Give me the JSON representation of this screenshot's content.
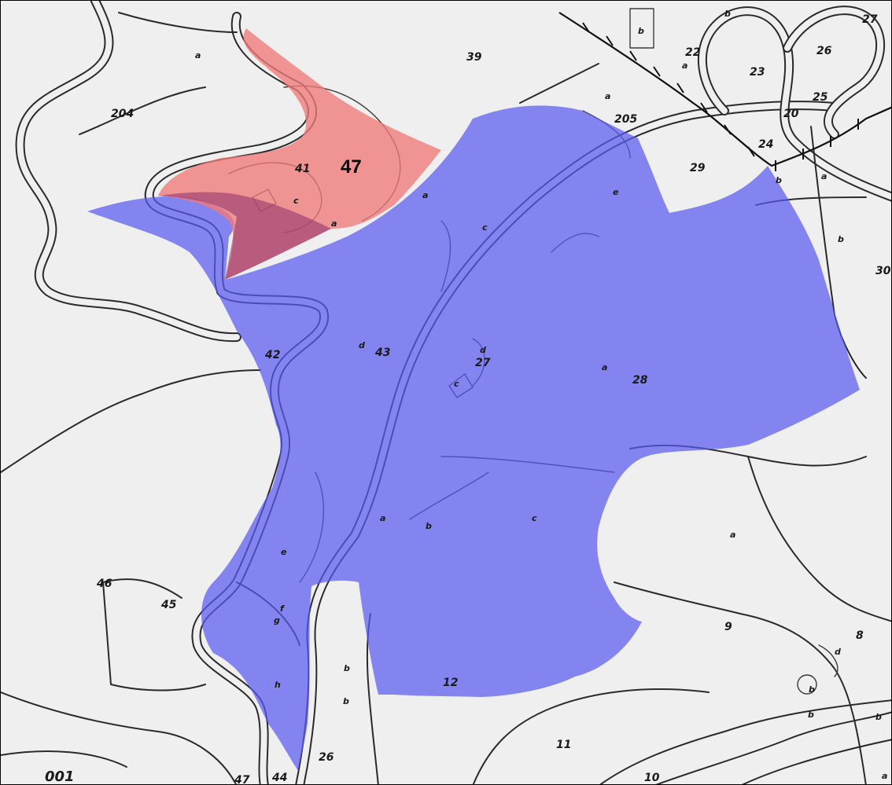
{
  "colors": {
    "blue_zone": "#5a5af0",
    "red_zone": "#f07878",
    "background": "#efefef",
    "line": "#2a2a2a"
  },
  "highlight_label": "47",
  "parcel_numbers": [
    {
      "id": "p204",
      "text": "204"
    },
    {
      "id": "p39",
      "text": "39"
    },
    {
      "id": "p22",
      "text": "22"
    },
    {
      "id": "p23",
      "text": "23"
    },
    {
      "id": "p26a",
      "text": "26"
    },
    {
      "id": "p27a",
      "text": "27"
    },
    {
      "id": "p25",
      "text": "25"
    },
    {
      "id": "p20",
      "text": "20"
    },
    {
      "id": "p205",
      "text": "205"
    },
    {
      "id": "p24",
      "text": "24"
    },
    {
      "id": "p29",
      "text": "29"
    },
    {
      "id": "p30",
      "text": "30"
    },
    {
      "id": "p41",
      "text": "41"
    },
    {
      "id": "p42",
      "text": "42"
    },
    {
      "id": "p43",
      "text": "43"
    },
    {
      "id": "p27b",
      "text": "27"
    },
    {
      "id": "p28",
      "text": "28"
    },
    {
      "id": "p46",
      "text": "46"
    },
    {
      "id": "p45",
      "text": "45"
    },
    {
      "id": "p9",
      "text": "9"
    },
    {
      "id": "p8",
      "text": "8"
    },
    {
      "id": "p12",
      "text": "12"
    },
    {
      "id": "p11",
      "text": "11"
    },
    {
      "id": "p10",
      "text": "10"
    },
    {
      "id": "p26b",
      "text": "26"
    },
    {
      "id": "p47b",
      "text": "47"
    },
    {
      "id": "p44",
      "text": "44"
    },
    {
      "id": "p001",
      "text": "001"
    }
  ],
  "sub_labels": [
    {
      "id": "s1",
      "text": "a"
    },
    {
      "id": "s2",
      "text": "b"
    },
    {
      "id": "s3",
      "text": "a"
    },
    {
      "id": "s4",
      "text": "b"
    },
    {
      "id": "s5",
      "text": "a"
    },
    {
      "id": "s6",
      "text": "c"
    },
    {
      "id": "s7",
      "text": "a"
    },
    {
      "id": "s8",
      "text": "a"
    },
    {
      "id": "s9",
      "text": "c"
    },
    {
      "id": "s10",
      "text": "e"
    },
    {
      "id": "s11",
      "text": "b"
    },
    {
      "id": "s12",
      "text": "a"
    },
    {
      "id": "s13",
      "text": "b"
    },
    {
      "id": "s14",
      "text": "d"
    },
    {
      "id": "s15",
      "text": "d"
    },
    {
      "id": "s16",
      "text": "c"
    },
    {
      "id": "s17",
      "text": "a"
    },
    {
      "id": "s18",
      "text": "a"
    },
    {
      "id": "s19",
      "text": "b"
    },
    {
      "id": "s20",
      "text": "c"
    },
    {
      "id": "s21",
      "text": "a"
    },
    {
      "id": "s22",
      "text": "e"
    },
    {
      "id": "s23",
      "text": "f"
    },
    {
      "id": "s24",
      "text": "g"
    },
    {
      "id": "s25",
      "text": "h"
    },
    {
      "id": "s26",
      "text": "b"
    },
    {
      "id": "s27",
      "text": "b"
    },
    {
      "id": "s28",
      "text": "d"
    },
    {
      "id": "s29",
      "text": "b"
    },
    {
      "id": "s30",
      "text": "b"
    },
    {
      "id": "s31",
      "text": "b"
    },
    {
      "id": "s32",
      "text": "a"
    }
  ]
}
